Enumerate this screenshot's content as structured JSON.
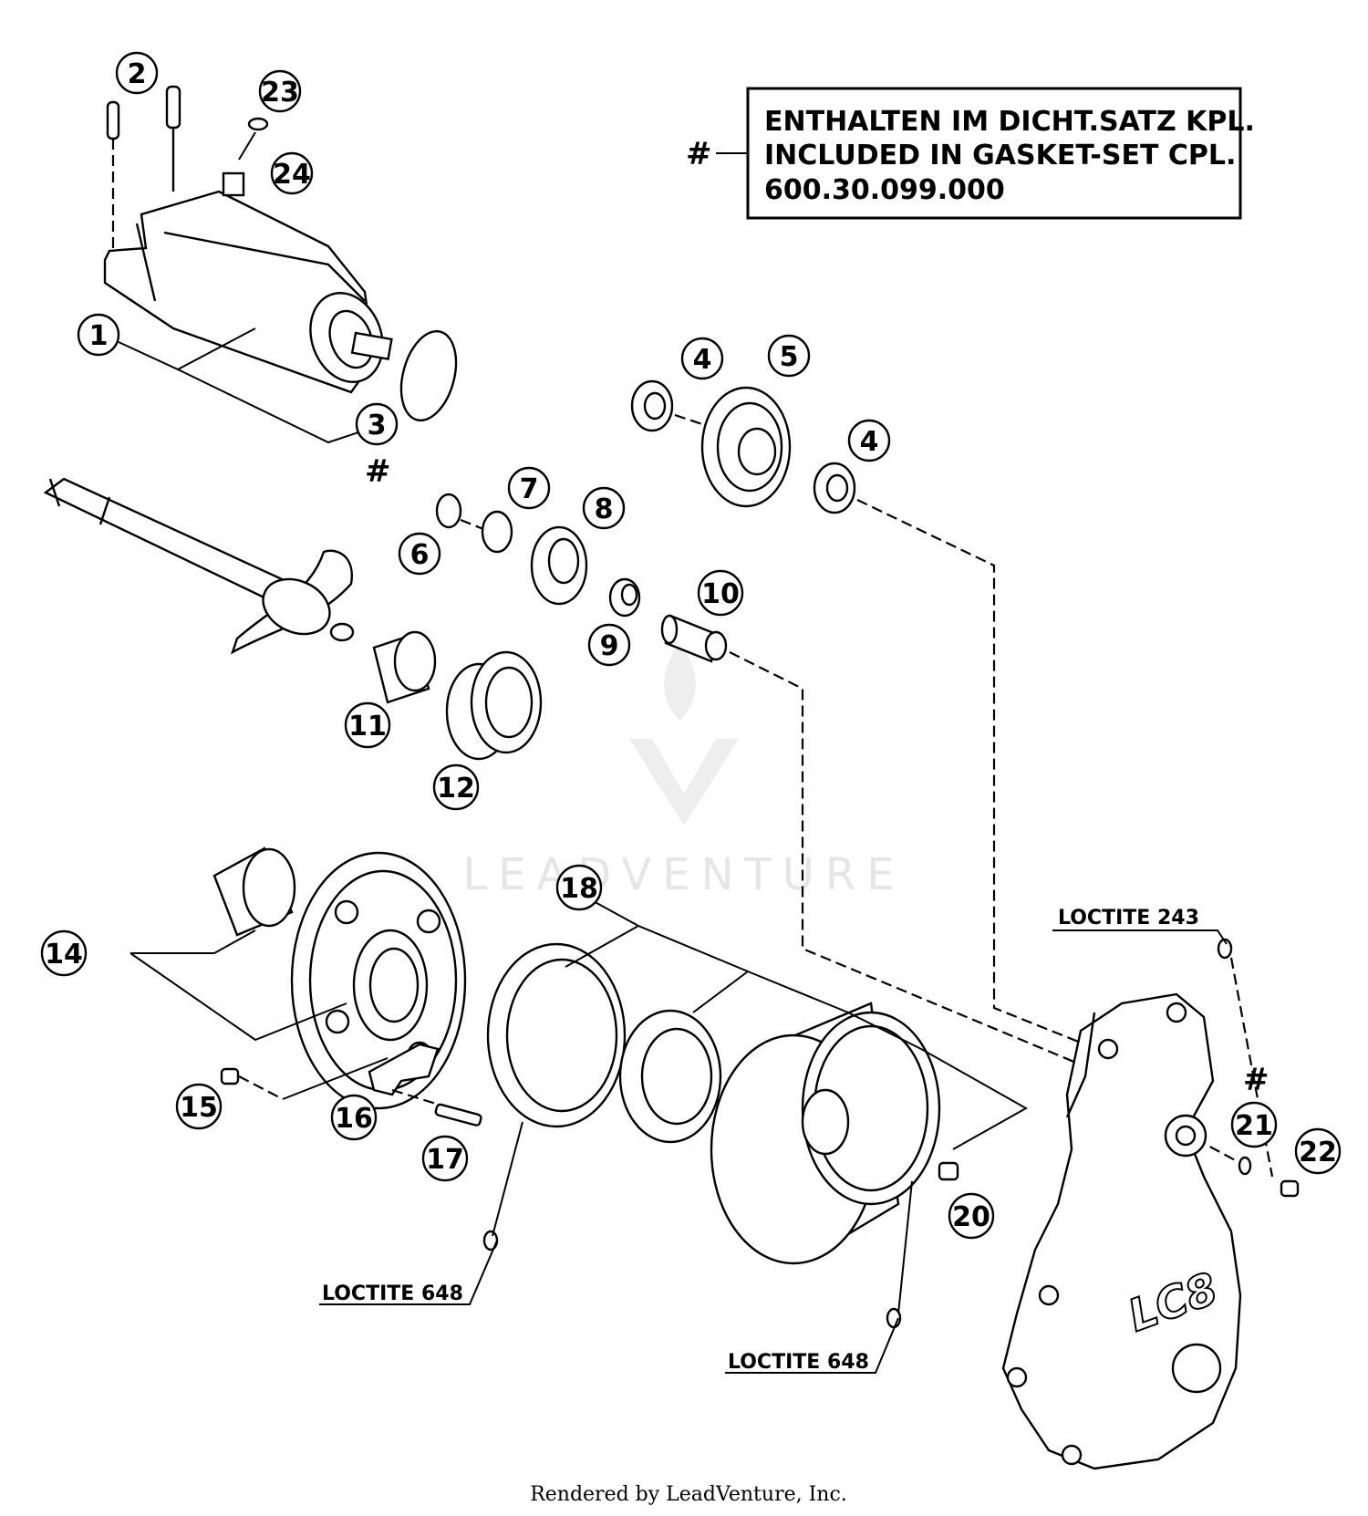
{
  "note_box": {
    "symbol": "#",
    "line1": "ENTHALTEN IM DICHT.SATZ KPL.",
    "line2": "INCLUDED IN GASKET-SET CPL.",
    "line3": "600.30.099.000"
  },
  "callouts": [
    "1",
    "2",
    "3",
    "4",
    "4",
    "5",
    "6",
    "7",
    "8",
    "9",
    "10",
    "11",
    "12",
    "14",
    "15",
    "16",
    "17",
    "18",
    "20",
    "21",
    "22",
    "23",
    "24"
  ],
  "hash_marks": [
    "#",
    "#"
  ],
  "loctite_labels": {
    "upper_right": "LOCTITE 243",
    "lower_left": "LOCTITE 648",
    "lower_middle": "LOCTITE 648"
  },
  "cover_logo": "LC8",
  "watermark": "LEADVENTURE",
  "footer": "Rendered by LeadVenture, Inc."
}
